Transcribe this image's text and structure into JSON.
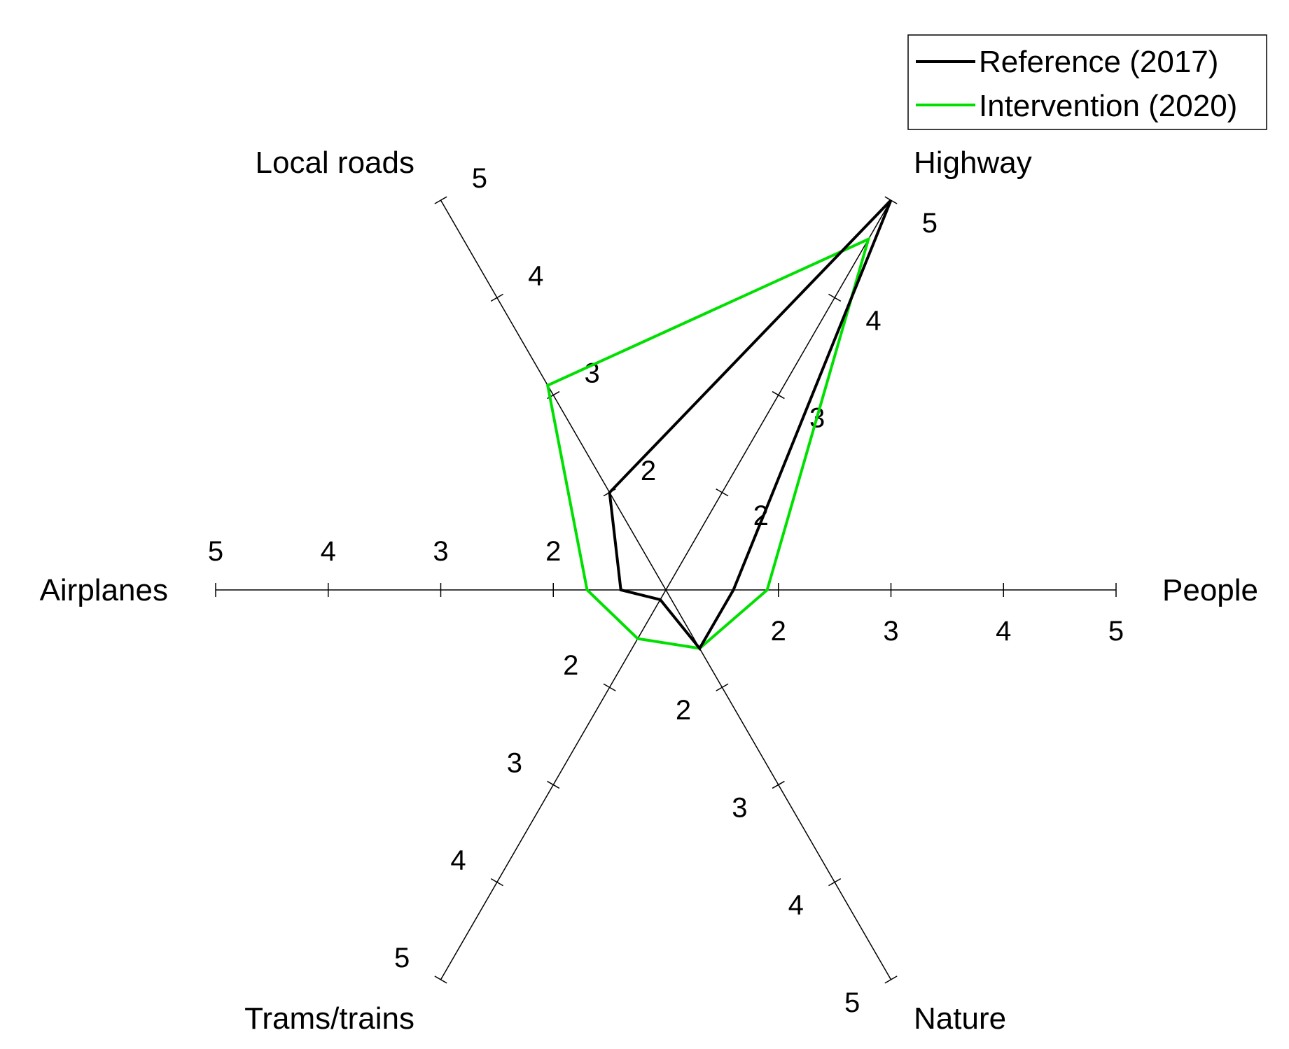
{
  "chart_data": {
    "type": "radar",
    "axes": [
      "People",
      "Highway",
      "Local roads",
      "Airplanes",
      "Trams/trains",
      "Nature"
    ],
    "tick_values": [
      2,
      3,
      4,
      5
    ],
    "rlim": [
      1,
      5
    ],
    "legend": {
      "placement": "top-right"
    },
    "series": [
      {
        "name": "Reference (2017)",
        "color": "#000000",
        "values": [
          1.6,
          5.0,
          2.0,
          1.4,
          1.1,
          1.6
        ]
      },
      {
        "name": "Intervention (2020)",
        "color": "#00e000",
        "values": [
          1.9,
          4.6,
          3.1,
          1.7,
          1.5,
          1.6
        ]
      }
    ]
  }
}
